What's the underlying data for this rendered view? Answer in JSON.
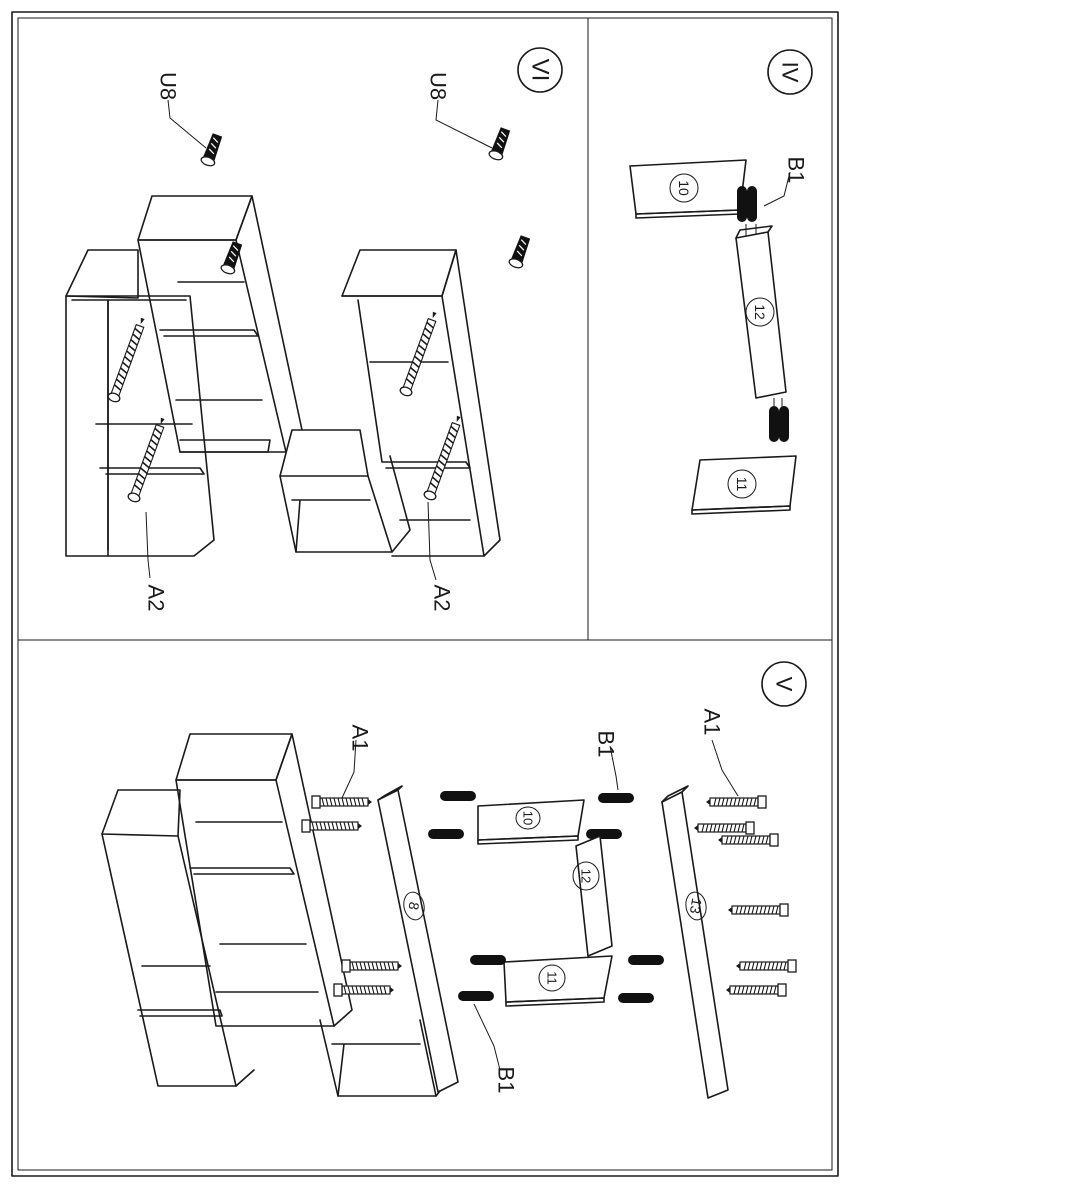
{
  "steps": {
    "iv": "IV",
    "v": "V",
    "vi": "VI"
  },
  "parts": {
    "board_10": "10",
    "board_11": "11",
    "board_12": "12",
    "board_8": "8",
    "board_13": "13"
  },
  "hardware": {
    "b1": "B1",
    "a1": "A1",
    "a2": "A2",
    "u8": "U8"
  },
  "colors": {
    "line": "#1a1a1a",
    "paper": "#ffffff",
    "fastener": "#111111"
  }
}
